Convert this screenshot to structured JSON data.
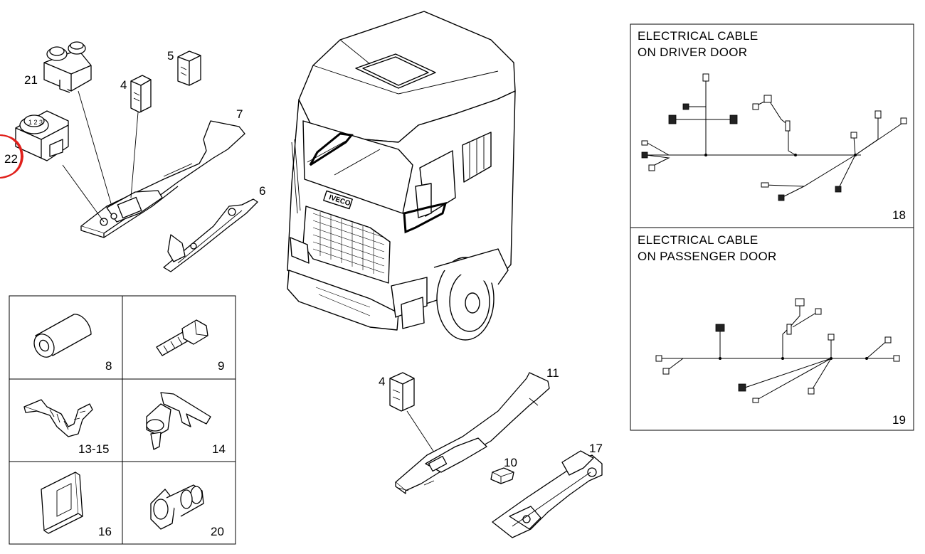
{
  "callouts": {
    "c4a": "4",
    "c5": "5",
    "c21": "21",
    "c22": "22",
    "c7": "7",
    "c6": "6",
    "c4b": "4",
    "c11": "11",
    "c10": "10",
    "c17": "17"
  },
  "grid_labels": {
    "g8": "8",
    "g9": "9",
    "g1315": "13-15",
    "g14": "14",
    "g16": "16",
    "g20": "20"
  },
  "cable_driver": {
    "title_line1": "ELECTRICAL CABLE",
    "title_line2": "ON DRIVER DOOR",
    "number": "18"
  },
  "cable_passenger": {
    "title_line1": "ELECTRICAL CABLE",
    "title_line2": "ON PASSENGER DOOR",
    "number": "19"
  },
  "truck_badge": "IVECO",
  "highlight_color": "#e0201b"
}
